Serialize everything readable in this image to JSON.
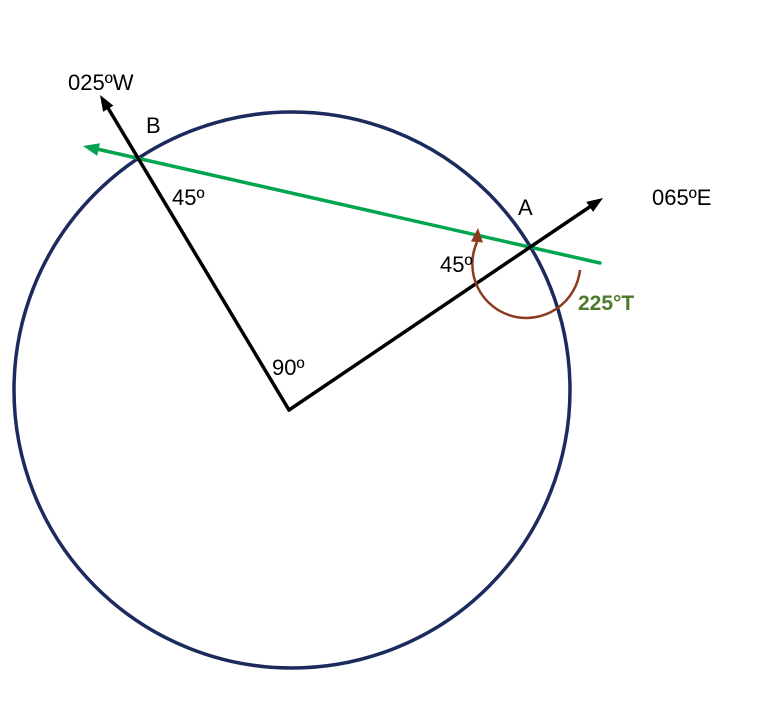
{
  "diagram": {
    "labels": {
      "bearing_west": "025ºW",
      "point_b": "B",
      "angle_at_b": "45º",
      "bearing_east": "065ºE",
      "point_a": "A",
      "angle_at_a": "45º",
      "angle_at_center": "90º",
      "true_bearing": "225°T"
    },
    "colors": {
      "circle": "#1c2a5e",
      "line": "#000000",
      "green_line": "#00a550",
      "arc": "#8c3a1e",
      "true_bearing_text": "#4e7a2c",
      "background": "#ffffff"
    }
  }
}
